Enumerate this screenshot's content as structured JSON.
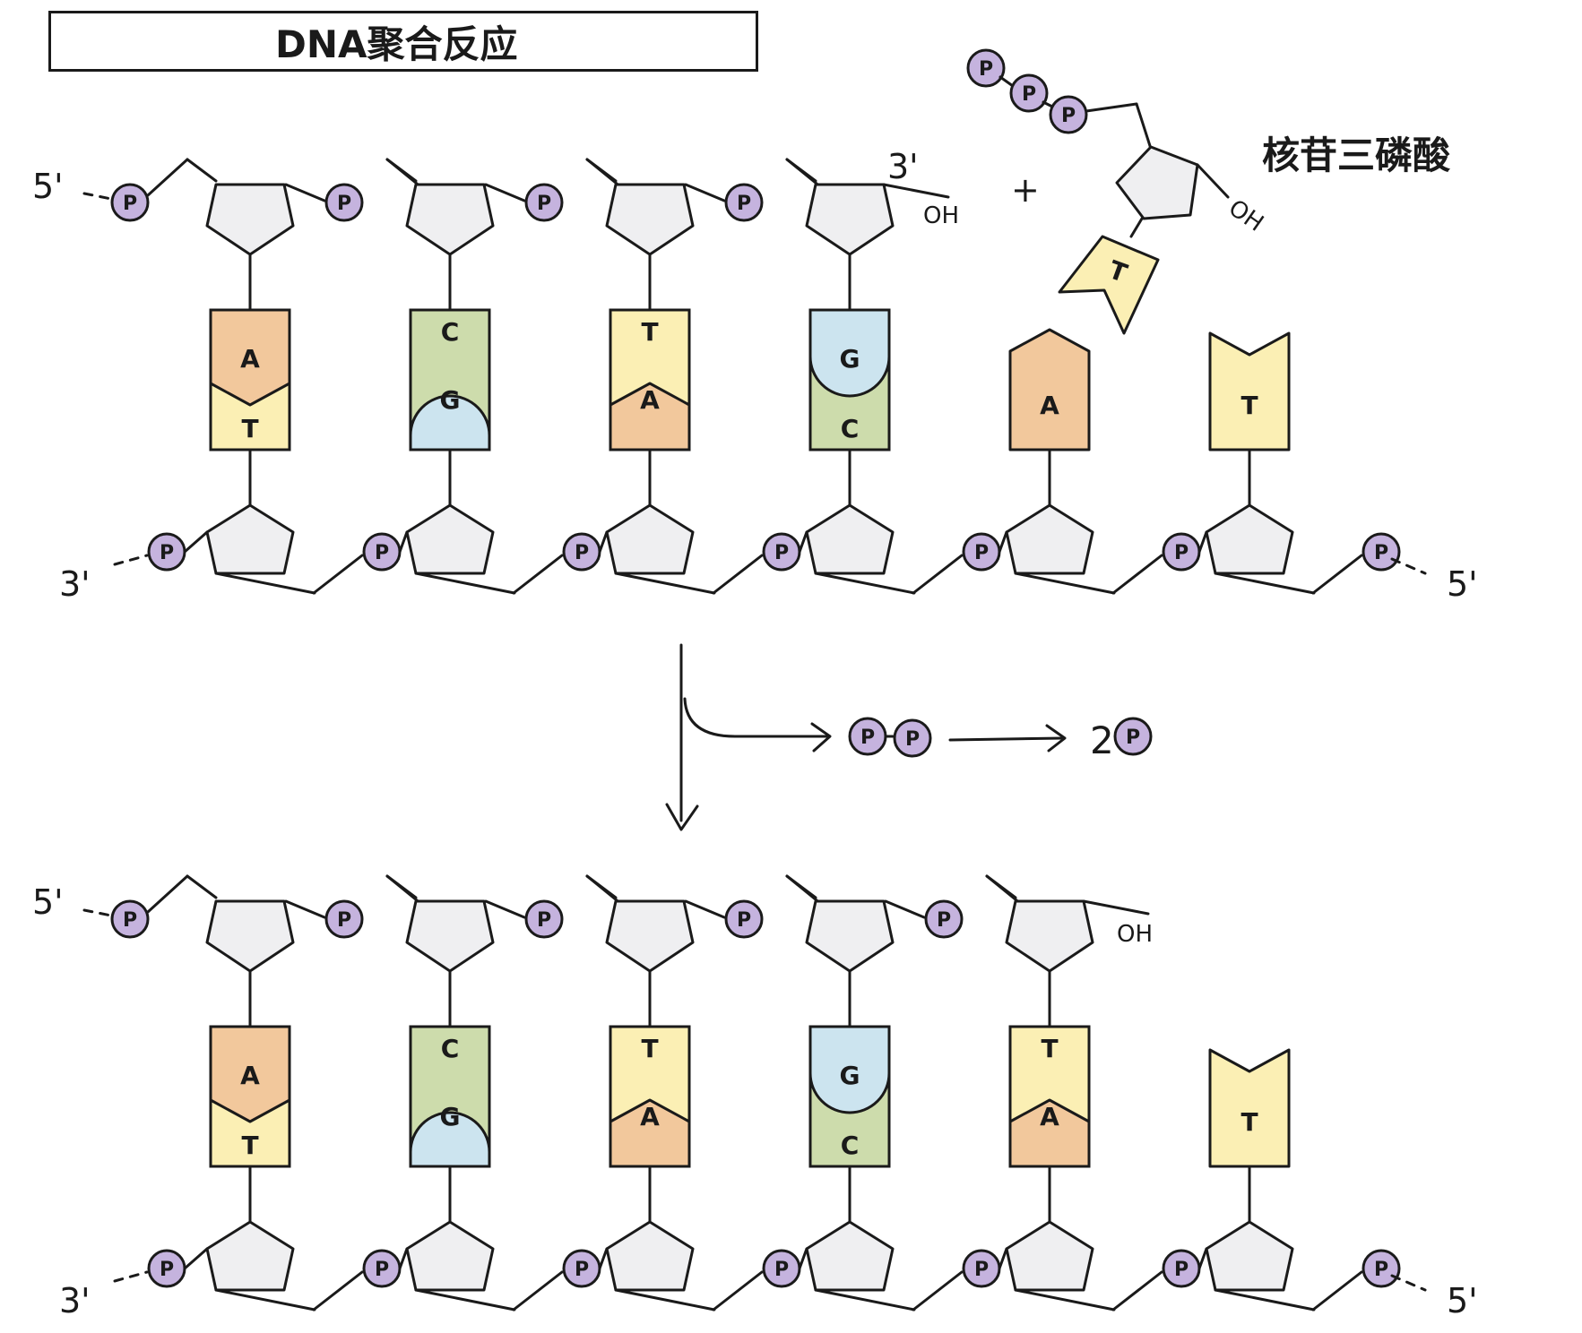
{
  "title": "DNA聚合反应",
  "colors": {
    "phosphate": "#c5b3de",
    "sugar": "#efeff1",
    "A": "#f2c89c",
    "T": "#fbefb4",
    "C": "#cddcac",
    "G": "#cce4ef",
    "ink": "#1a1a1a"
  },
  "labels": {
    "p": "P",
    "oh": "OH",
    "five_prime": "5'",
    "three_prime": "3'",
    "plus": "+",
    "ntp_name": "核苷三磷酸",
    "two": "2"
  },
  "stage1": {
    "top_strand": [
      "A",
      "C",
      "T",
      "G"
    ],
    "bottom_strand": [
      "T",
      "G",
      "A",
      "C",
      "A",
      "T"
    ],
    "incoming_nucleotide": "T"
  },
  "stage2": {
    "top_strand": [
      "A",
      "C",
      "T",
      "G",
      "T"
    ],
    "bottom_strand": [
      "T",
      "G",
      "A",
      "C",
      "A",
      "T"
    ]
  }
}
